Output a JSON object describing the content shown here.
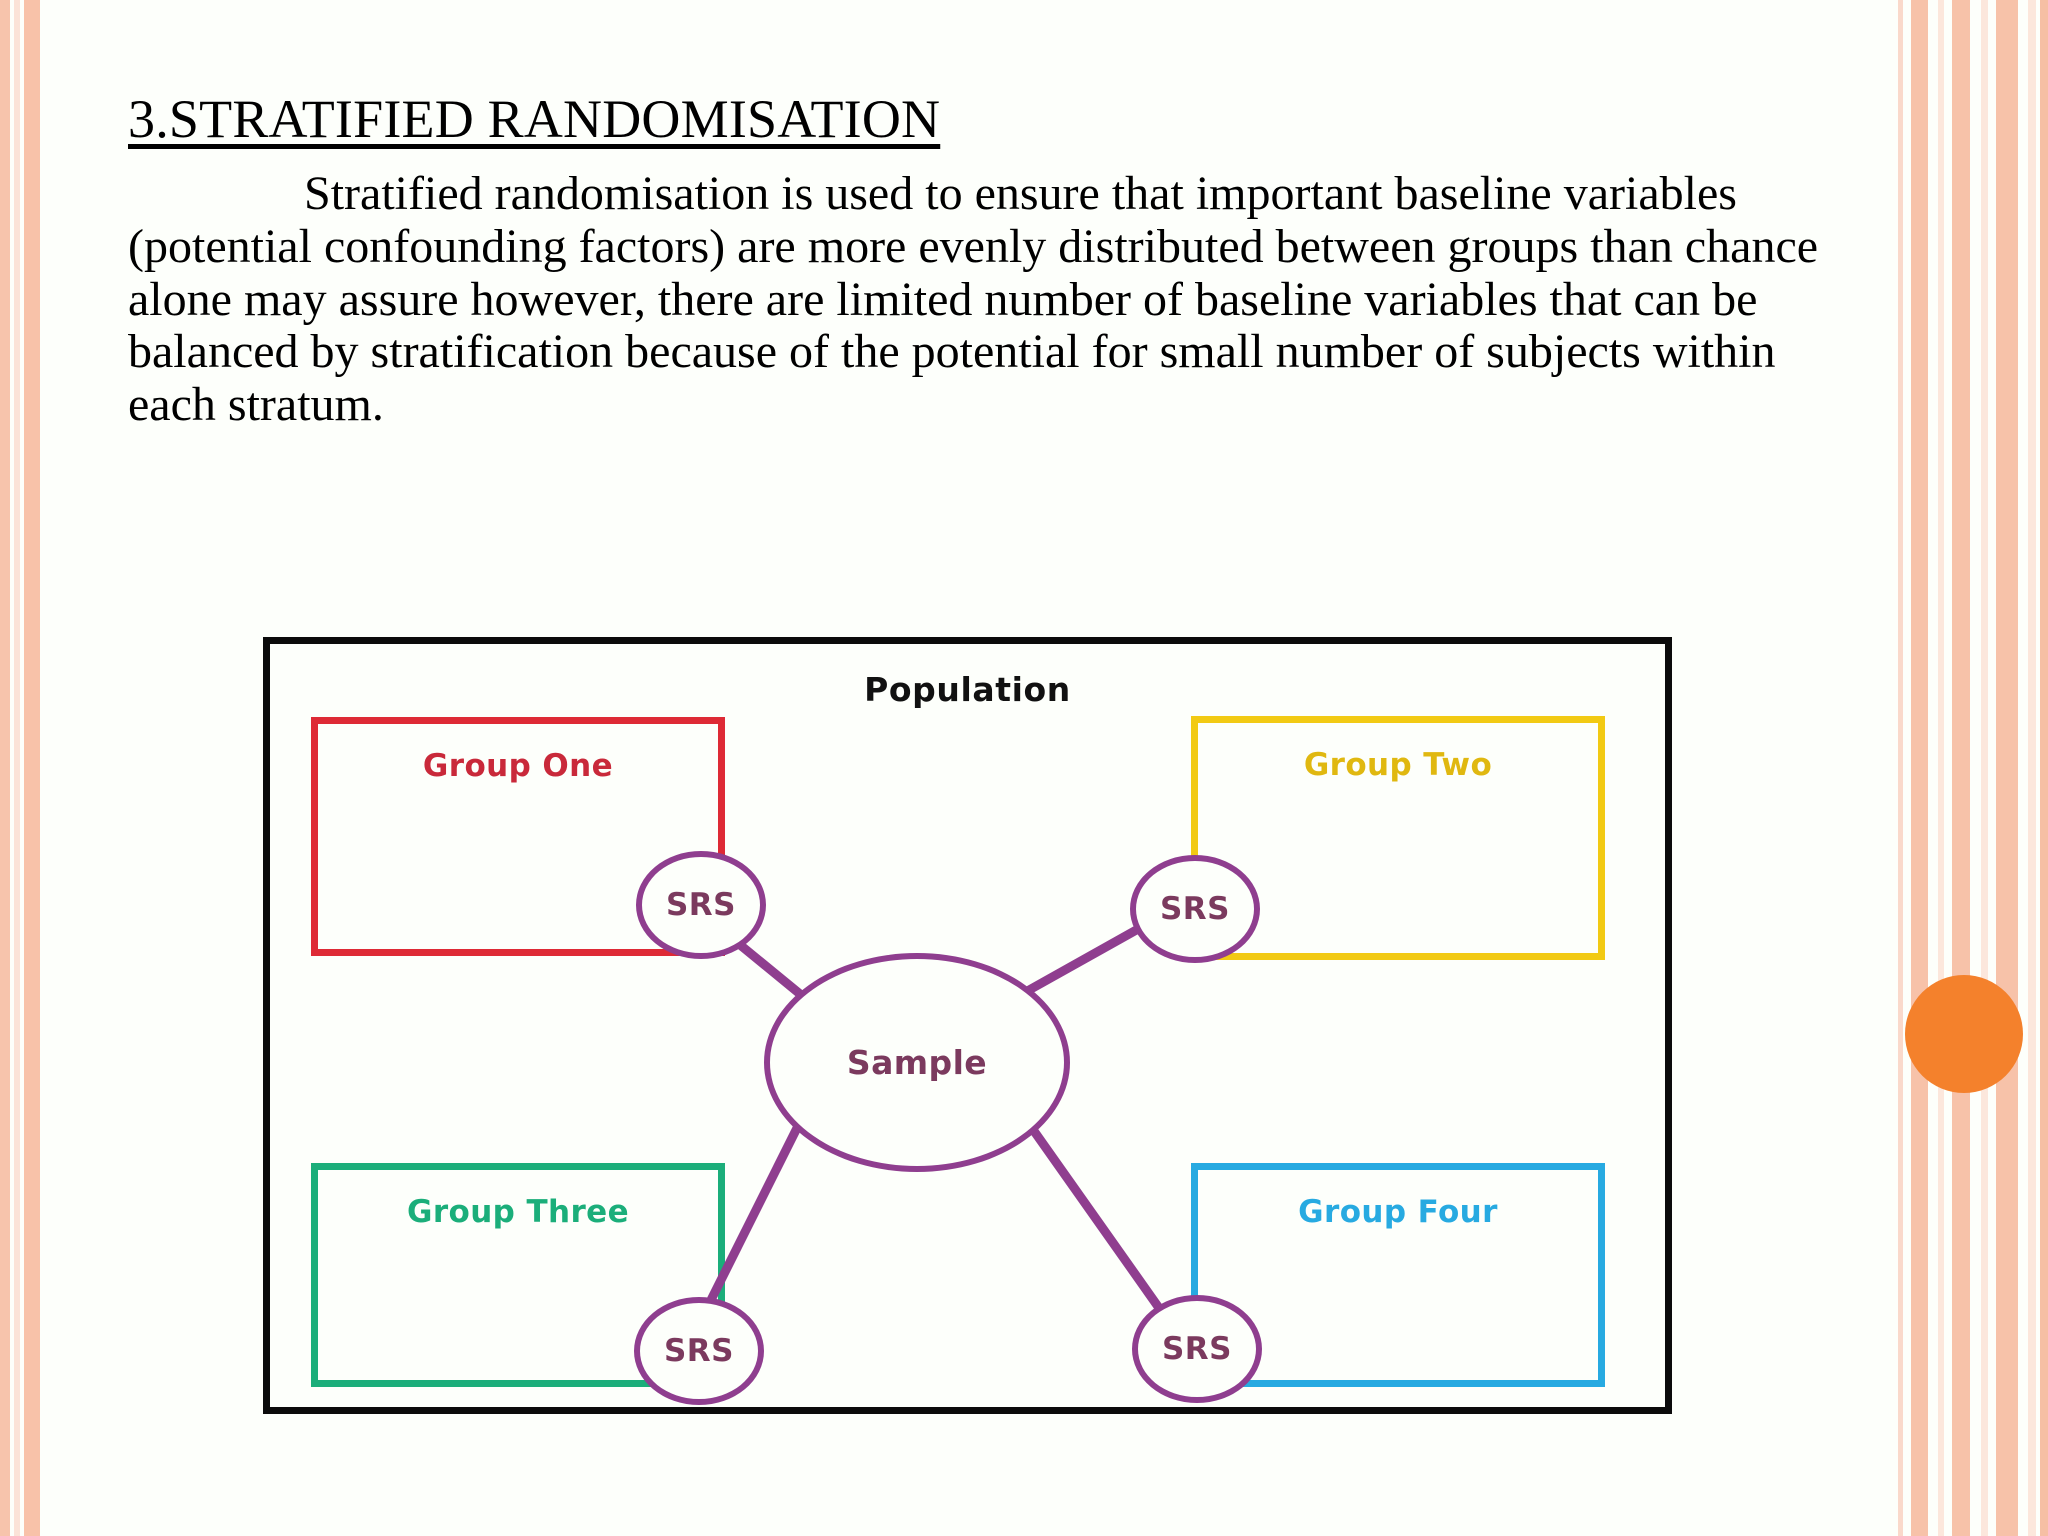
{
  "slide": {
    "title": "3.STRATIFIED RANDOMISATION",
    "body": "Stratified randomisation is used to ensure that important baseline variables (potential confounding factors) are more evenly distributed between groups than chance alone may assure however, there are limited number of baseline variables that can be balanced by stratification because of the potential for small number of subjects within each stratum."
  },
  "diagram": {
    "population_label": "Population",
    "sample_label": "Sample",
    "srs_label": "SRS",
    "groups": [
      {
        "label": "Group One",
        "color": "#DE2A35",
        "text_color": "#C9293A"
      },
      {
        "label": "Group Two",
        "color": "#F2CA13",
        "text_color": "#E0B810"
      },
      {
        "label": "Group Three",
        "color": "#1BAE7A",
        "text_color": "#1BAE7A"
      },
      {
        "label": "Group Four",
        "color": "#27AAE1",
        "text_color": "#27AAE1"
      }
    ],
    "connector_color": "#8F3E8F",
    "circle_border_color": "#8F3E8F",
    "circle_text_color": "#7B3A5E",
    "outer_border_color": "#0B0B0B"
  },
  "decor": {
    "stripe_color": "#F7C2A9",
    "stripe_light_color": "#FCE7DC",
    "accent_dot_color": "#F4812C",
    "background_color": "#FDFFFB"
  }
}
